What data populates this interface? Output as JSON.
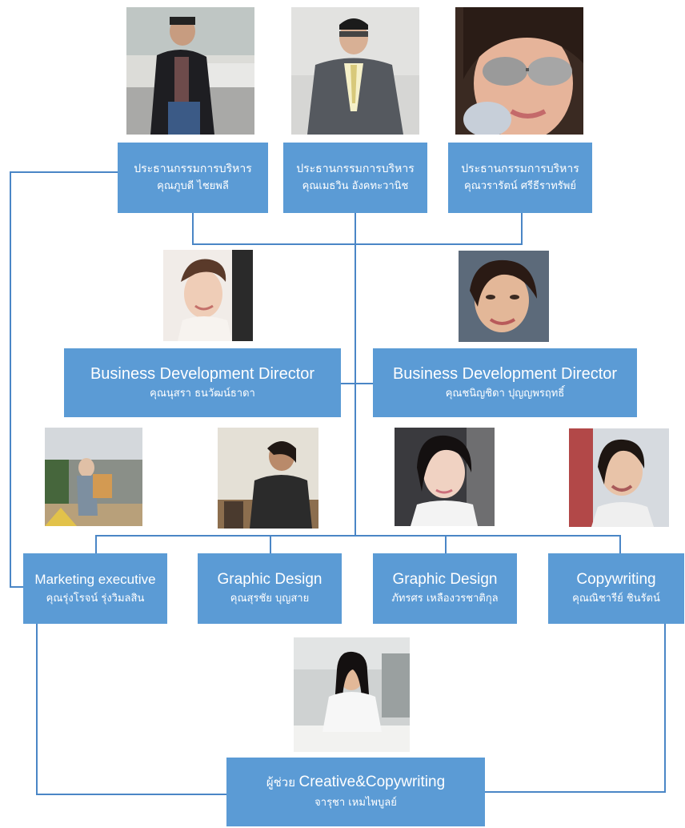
{
  "executives": [
    {
      "title": "ประธานกรรมการบริหาร",
      "name": "คุณภูบดี ไชยพลี"
    },
    {
      "title": "ประธานกรรมการบริหาร",
      "name": "คุณเมธวิน อังคทะวานิช"
    },
    {
      "title": "ประธานกรรมการบริหาร",
      "name": "คุณวรารัตน์ ศรีธีราทรัพย์"
    }
  ],
  "directors": [
    {
      "title": "Business Development Director",
      "name": "คุณนุสรา ธนวัฒน์ธาดา"
    },
    {
      "title": "Business Development Director",
      "name": "คุณชนิญชิดา ปุญญพรฤทธิ์"
    }
  ],
  "staff": [
    {
      "title": "Marketing executive",
      "name": "คุณรุ่งโรจน์ รุ่งวิมลสิน"
    },
    {
      "title": "Graphic Design",
      "name": "คุณสุรชัย บุญสาย"
    },
    {
      "title": "Graphic Design",
      "name": "ภัทรศร เหลืองวรชาติกุล"
    },
    {
      "title": "Copywriting",
      "name": "คุณณิชารีย์ ชินรัตน์"
    }
  ],
  "assistant": {
    "title_prefix": "ผู้ช่วย",
    "title_main": "Creative&Copywriting",
    "name": "จารุชา เหมไพบูลย์"
  },
  "colors": {
    "box": "#5b9bd5",
    "line": "#4a86c6",
    "text": "#ffffff"
  }
}
